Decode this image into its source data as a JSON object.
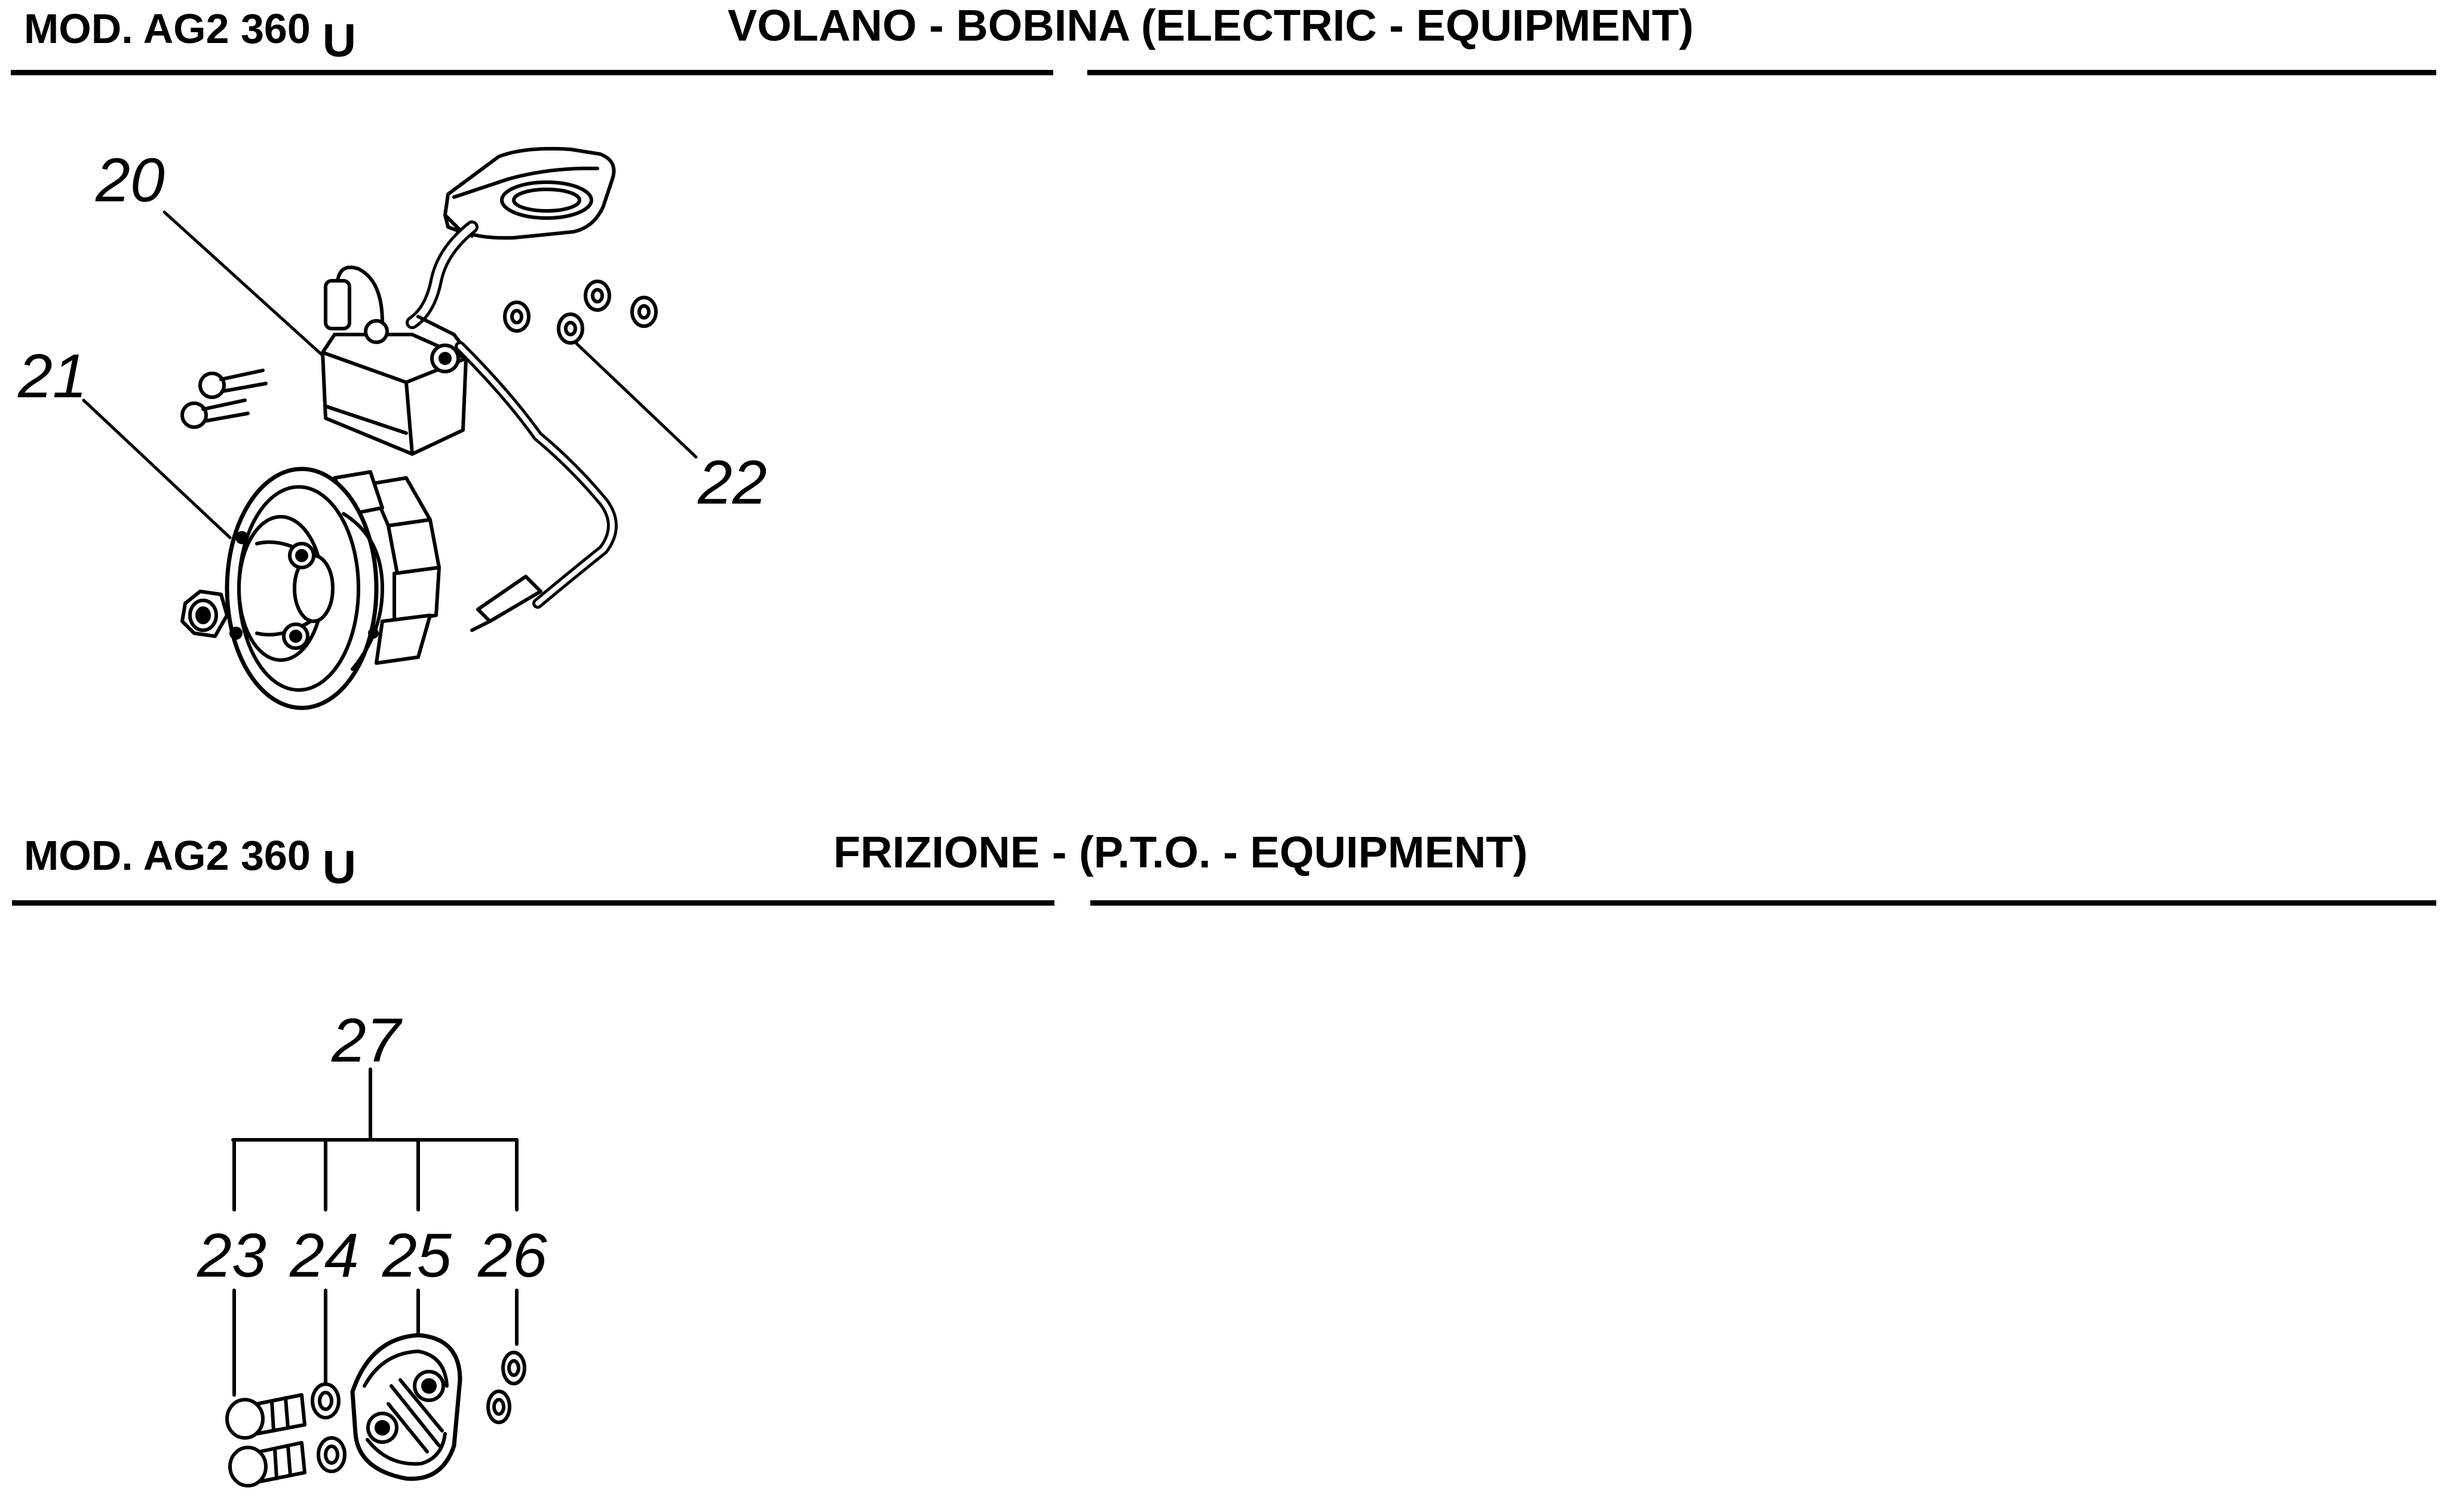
{
  "section1": {
    "model": "MOD. AG2 360",
    "model_suffix": "U",
    "title": "VOLANO - BOBINA (ELECTRIC - EQUIPMENT)",
    "callouts": {
      "ignition_coil": "20",
      "flywheel": "21",
      "washers": "22"
    }
  },
  "section2": {
    "model": "MOD. AG2 360",
    "model_suffix": "U",
    "title": "FRIZIONE - (P.T.O. - EQUIPMENT)",
    "callouts": {
      "clutch_assembly": "27",
      "bolt": "23",
      "washer": "24",
      "clutch_shoes": "25",
      "ring": "26"
    }
  }
}
